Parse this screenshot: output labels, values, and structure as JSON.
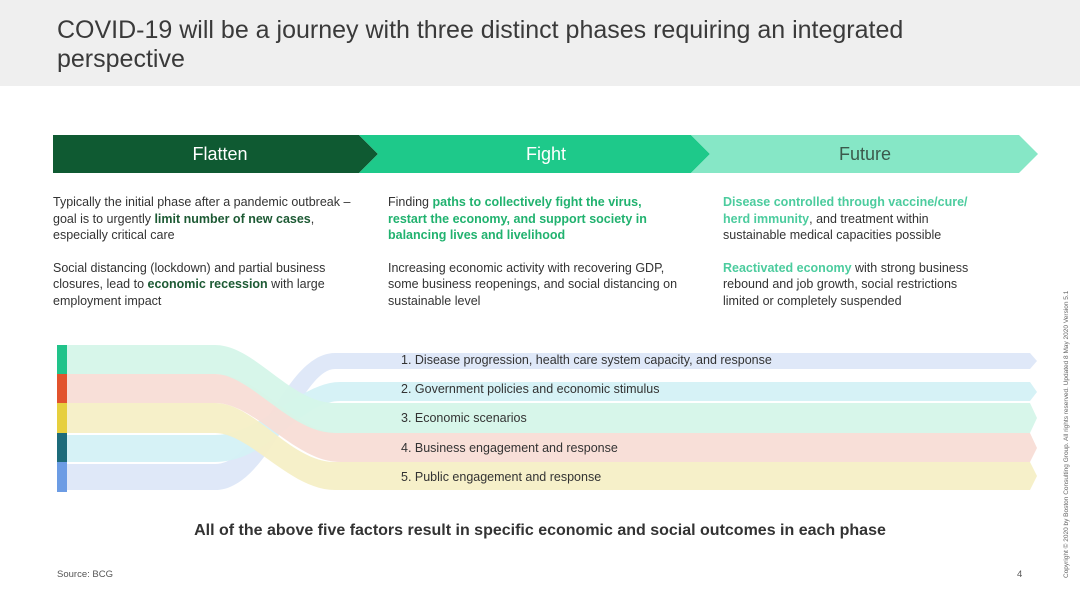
{
  "title": "COVID-19 will be a journey with three distinct phases requiring an integrated perspective",
  "colors": {
    "flatten": "#0f5a32",
    "fight": "#1ec98a",
    "future": "#86e7c6",
    "factor1": "#21c38a",
    "factor2": "#e2532d",
    "factor3": "#e6cf3e",
    "factor4": "#1d6b7a",
    "factor5": "#6c9ce4"
  },
  "phases": [
    {
      "name": "Flatten",
      "paragraphs": [
        {
          "pre": "Typically the initial phase after a pandemic outbreak – goal is to urgently ",
          "bold": "limit number of new cases",
          "post": ", especially critical care"
        },
        {
          "pre": "Social distancing (lockdown) and partial business closures, lead to ",
          "bold": "economic recession",
          "post": " with large employment impact"
        }
      ]
    },
    {
      "name": "Fight",
      "paragraphs": [
        {
          "pre": "Finding ",
          "bold": "paths to collectively fight the virus, restart the economy, and support society in balancing lives and livelihood",
          "post": ""
        },
        {
          "pre": "Increasing economic activity with recovering GDP, some business reopenings, and social distancing on sustainable level",
          "bold": "",
          "post": ""
        }
      ]
    },
    {
      "name": "Future",
      "paragraphs": [
        {
          "pre": "",
          "bold": "Disease controlled through vaccine/cure/ herd immunity",
          "post": ", and treatment within sustainable medical capacities possible"
        },
        {
          "pre": "",
          "bold": "Reactivated economy",
          "post": " with strong business rebound and job growth, social restrictions limited or completely suspended"
        }
      ]
    }
  ],
  "factors": [
    "1. Disease progression, health care system capacity, and response",
    "2. Government policies and economic stimulus",
    "3. Economic scenarios",
    "4. Business engagement and response",
    "5. Public engagement and response"
  ],
  "conclusion": "All of the above five factors result in specific economic and social outcomes in each phase",
  "source": "Source: BCG",
  "page_number": "4",
  "copyright": "Copyright © 2020 by Boston Consulting Group. All rights reserved. Updated 8 May 2020 Version 5.1"
}
